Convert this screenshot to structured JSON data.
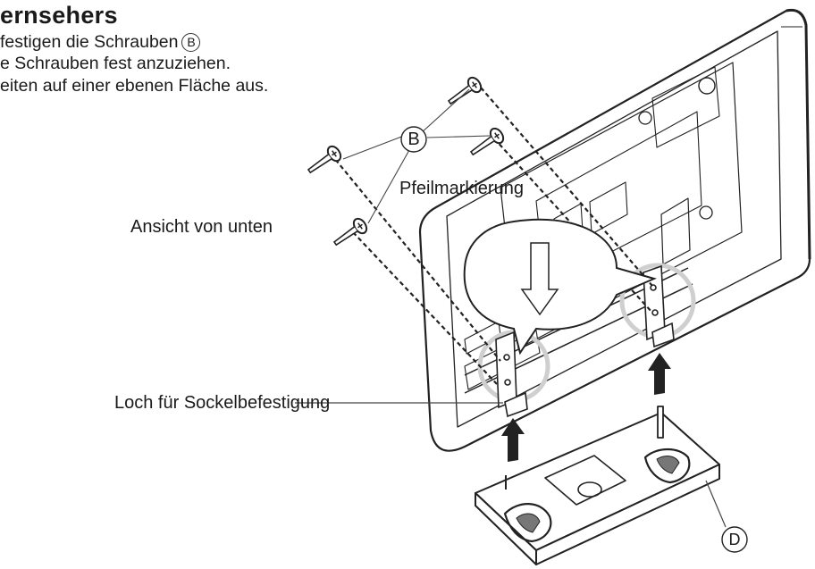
{
  "header": {
    "title": "ernsehers",
    "lines": [
      "festigen die Schrauben",
      "e Schrauben fest anzuziehen.",
      "eiten auf einer ebenen Fläche aus."
    ],
    "line1_marker": "B"
  },
  "labels": {
    "screws": "B",
    "arrow_marking": "Pfeilmarkierung",
    "bottom_view": "Ansicht von unten",
    "base_hole": "Loch für Sockelbefestigung",
    "stand": "D"
  }
}
